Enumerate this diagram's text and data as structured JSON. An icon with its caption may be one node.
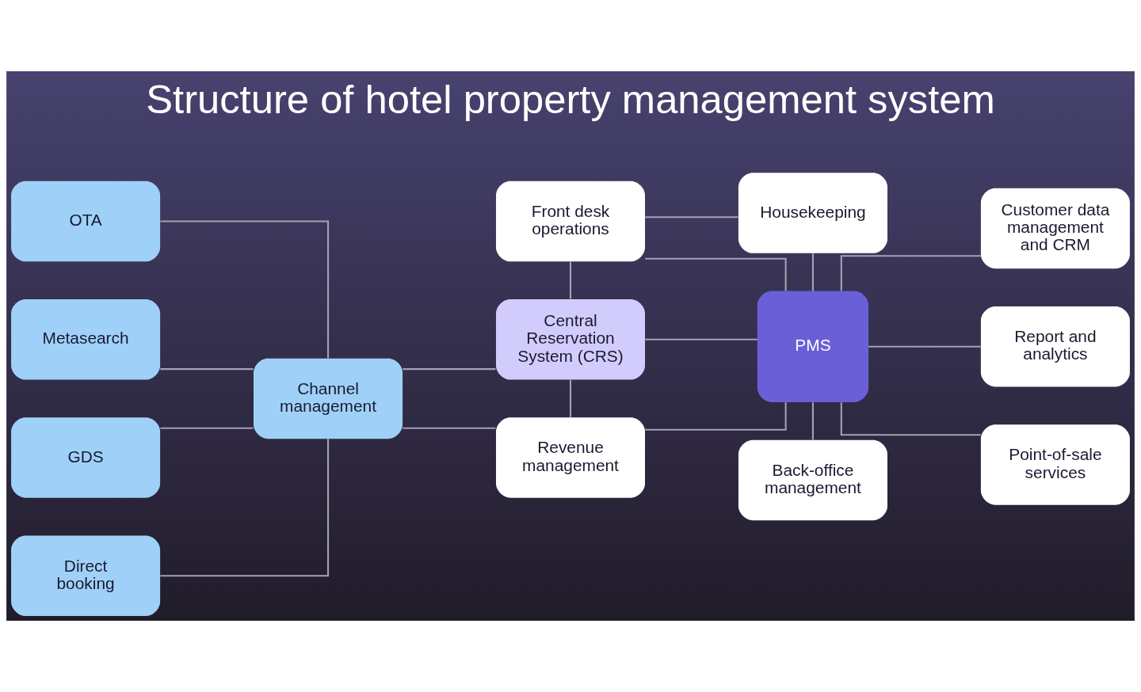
{
  "diagram": {
    "title": "Structure of hotel property management system",
    "nodes": [
      {
        "text": [
          "OTA"
        ]
      },
      {
        "text": [
          "Metasearch"
        ]
      },
      {
        "text": [
          "GDS"
        ]
      },
      {
        "text": [
          "Direct booking"
        ]
      },
      {
        "text": [
          "Channel management"
        ]
      },
      {
        "text": [
          "Housekeeping"
        ]
      },
      {
        "text": [
          "Front desk operations"
        ]
      },
      {
        "text": [
          "Central Reservation System (CRS)"
        ]
      },
      {
        "text": [
          "Revenue management"
        ]
      },
      {
        "text": [
          "PMS"
        ]
      },
      {
        "text": [
          "Customer data management and CRM"
        ]
      },
      {
        "text": [
          "Report and analytics"
        ]
      },
      {
        "text": [
          "Point-of-sale services"
        ]
      },
      {
        "text": [
          "Back-office management"
        ]
      }
    ],
    "edges": [
      {
        "from": 0,
        "to": 4,
        "arrow": "none"
      },
      {
        "from": 1,
        "to": 4,
        "arrow": "none"
      },
      {
        "from": 2,
        "to": 4,
        "arrow": "none"
      },
      {
        "from": 3,
        "to": 4,
        "arrow": "none"
      },
      {
        "from": 4,
        "to": 7,
        "arrow": "none"
      },
      {
        "from": 4,
        "to": 8,
        "arrow": "none"
      },
      {
        "from": 6,
        "to": 5,
        "arrow": "none"
      },
      {
        "from": 6,
        "to": 7,
        "arrow": "none"
      },
      {
        "from": 7,
        "to": 8,
        "arrow": "none"
      },
      {
        "from": 5,
        "to": 9,
        "arrow": "none"
      },
      {
        "from": 6,
        "to": 9,
        "arrow": "none"
      },
      {
        "from": 7,
        "to": 9,
        "arrow": "none"
      },
      {
        "from": 8,
        "to": 9,
        "arrow": "none"
      },
      {
        "from": 9,
        "to": 13,
        "arrow": "none"
      },
      {
        "from": 9,
        "to": 10,
        "arrow": "none"
      },
      {
        "from": 9,
        "to": 11,
        "arrow": "none"
      },
      {
        "from": 9,
        "to": 12,
        "arrow": "none"
      }
    ]
  }
}
